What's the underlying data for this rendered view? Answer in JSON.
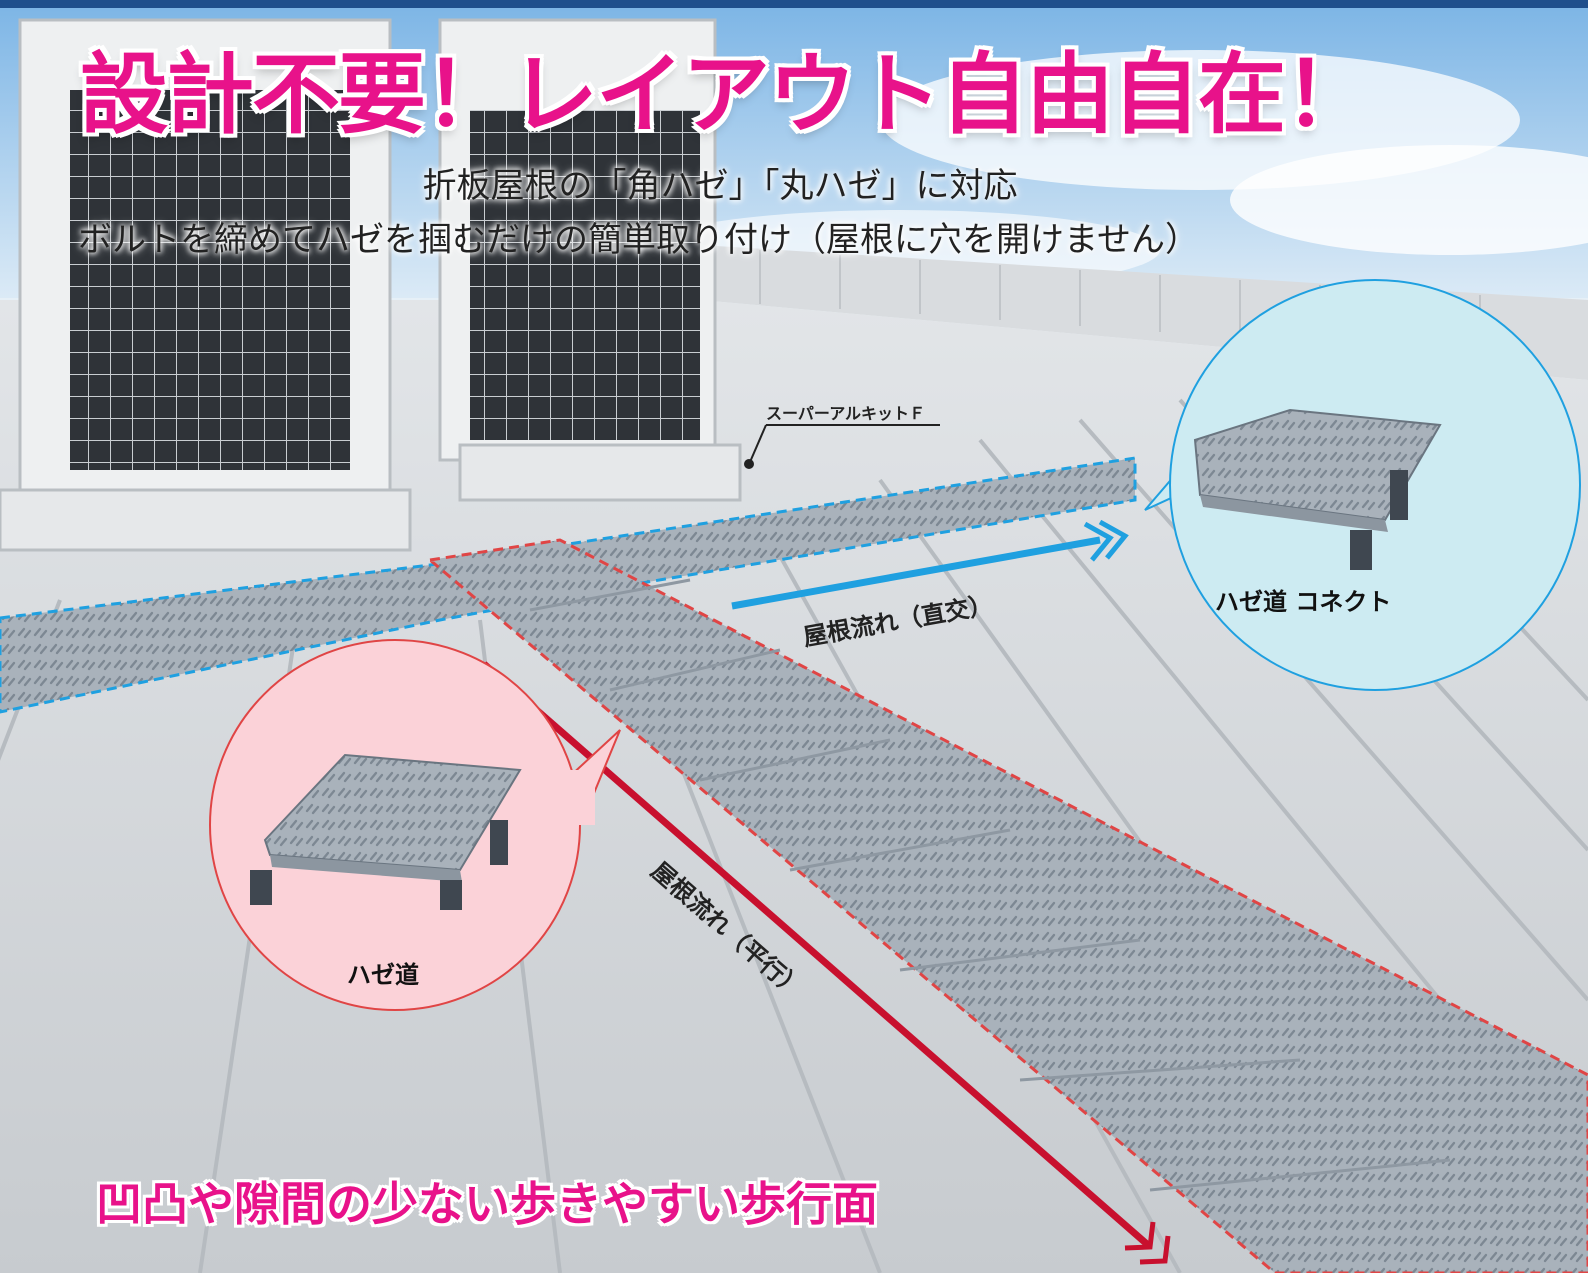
{
  "headline": "設計不要！レイアウト自由自在！",
  "subheadline_1": "折板屋根の「角ハゼ」「丸ハゼ」に対応",
  "subheadline_2": "ボルトを締めてハゼを掴むだけの簡単取り付け（屋根に穴を開けません）",
  "product_label": "スーパーアルキットＦ",
  "flow_perpendicular_label": "屋根流れ（直交）",
  "flow_parallel_label": "屋根流れ（平行）",
  "bubble_connect_label": "ハゼ道 コネクト",
  "bubble_hazemichi_label": "ハゼ道",
  "bottom_copy": "凹凸や隙間の少ない歩きやすい歩行面",
  "colors": {
    "accent_magenta": "#e8128a",
    "arrow_blue": "#1fa0e0",
    "arrow_red": "#c8102e",
    "bubble_blue_fill": "#cdebf2",
    "bubble_pink_fill": "#fbd2d8",
    "top_bar": "#1f4f8c"
  }
}
